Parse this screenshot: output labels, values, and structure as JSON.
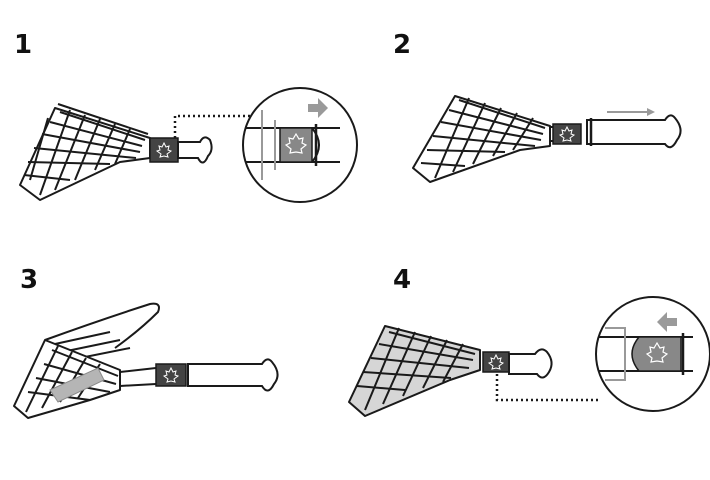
{
  "steps": [
    {
      "number": "1",
      "action": "slide-handle-lock-right",
      "magnified": true
    },
    {
      "number": "2",
      "action": "pull-handle-out",
      "magnified": false
    },
    {
      "number": "3",
      "action": "open-basket-load-food",
      "magnified": false
    },
    {
      "number": "4",
      "action": "slide-handle-lock-left",
      "magnified": true
    }
  ],
  "colors": {
    "line": "#1a1a1a",
    "arrow": "#9a9a9a",
    "lock": "#444444",
    "food": "#b5b5b5"
  }
}
